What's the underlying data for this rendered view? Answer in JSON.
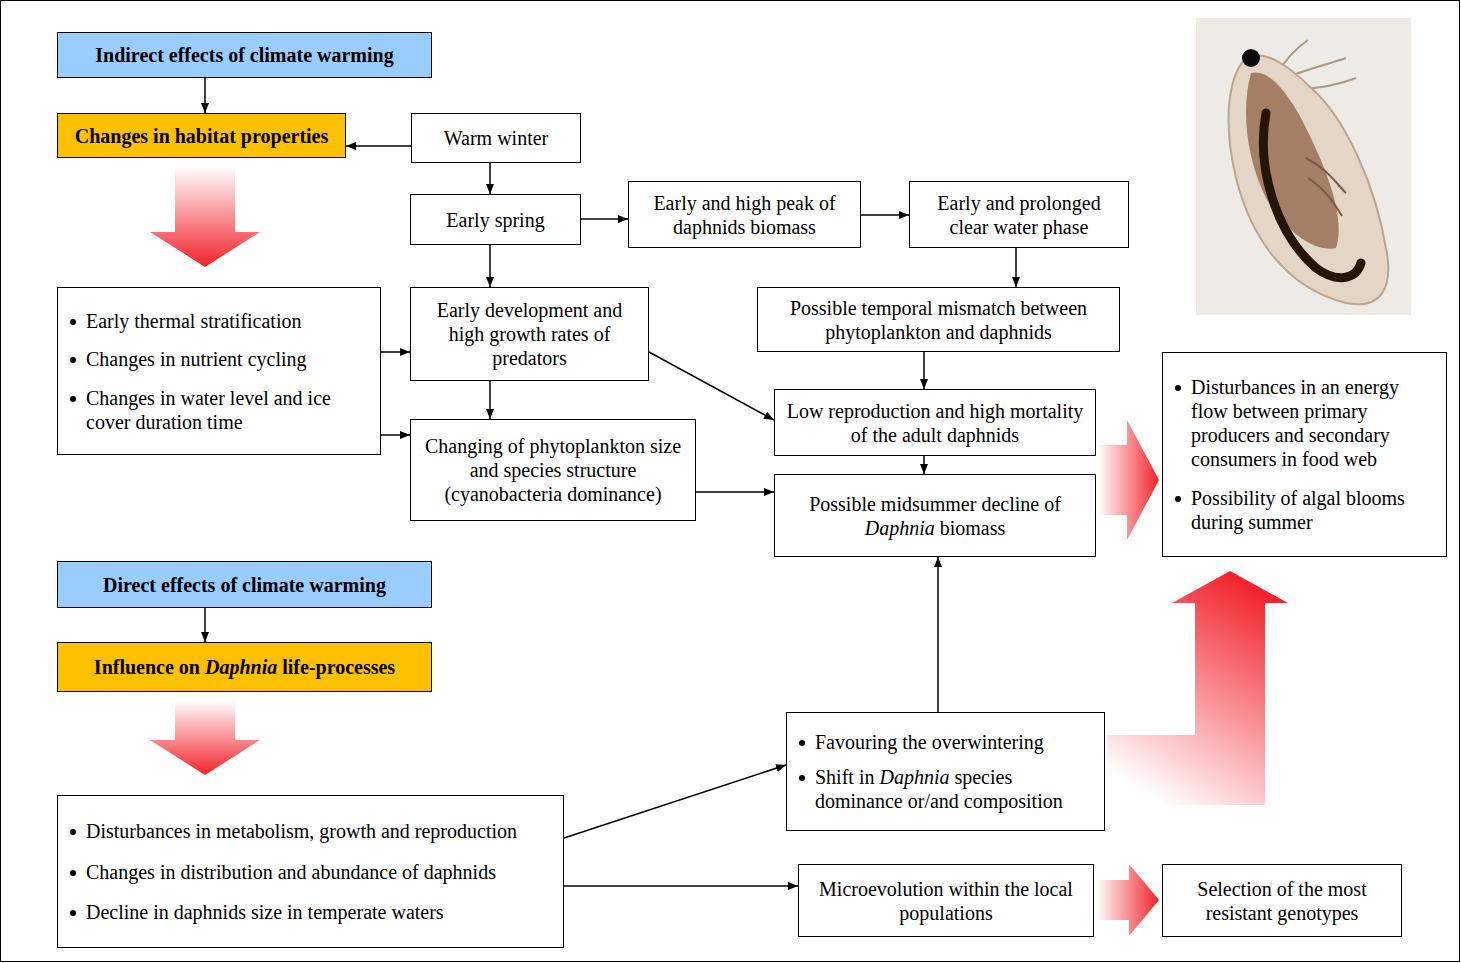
{
  "diagram": {
    "nodes": [
      {
        "text": [
          "Indirect effects of climate warming"
        ]
      },
      {
        "text": [
          "Changes in habitat properties"
        ]
      },
      {
        "text": [
          "Warm winter"
        ]
      },
      {
        "text": [
          "Early spring"
        ]
      },
      {
        "text": [
          "Early and high peak of daphnids biomass"
        ]
      },
      {
        "text": [
          "Early and prolonged clear water phase"
        ]
      },
      {
        "text": [
          "Early thermal stratification",
          "Changes in nutrient cycling",
          "Changes in water level and ice cover duration time"
        ]
      },
      {
        "text": [
          "Early development and high growth rates of predators"
        ]
      },
      {
        "text": [
          "Possible temporal mismatch between phytoplankton and daphnids"
        ]
      },
      {
        "text": [
          "Low reproduction and high mortality of the adult daphnids"
        ]
      },
      {
        "text": [
          "Changing of phytoplankton size and species structure (cyanobacteria dominance)"
        ]
      },
      {
        "text": [
          "Possible midsummer decline of Daphnia biomass"
        ]
      },
      {
        "text": [
          "Disturbances in an energy flow between primary producers and secondary consumers in food web",
          "Possibility of algal blooms during summer"
        ]
      },
      {
        "text": [
          "Direct effects of climate warming"
        ]
      },
      {
        "text": [
          "Influence on Daphnia life-processes"
        ]
      },
      {
        "text": [
          "Disturbances in metabolism, growth and reproduction",
          "Changes in distribution and abundance of daphnids",
          "Decline in daphnids size in temperate waters"
        ]
      },
      {
        "text": [
          "Favouring the overwintering",
          "Shift in Daphnia species dominance or/and composition"
        ]
      },
      {
        "text": [
          "Microevolution within the local populations"
        ]
      },
      {
        "text": [
          "Selection of the most resistant genotypes"
        ]
      }
    ],
    "edges": [
      {
        "from": 0,
        "to": 1,
        "arrow": "to"
      },
      {
        "from": 2,
        "to": 1,
        "arrow": "to"
      },
      {
        "from": 2,
        "to": 3,
        "arrow": "to"
      },
      {
        "from": 3,
        "to": 4,
        "arrow": "to"
      },
      {
        "from": 4,
        "to": 5,
        "arrow": "to"
      },
      {
        "from": 3,
        "to": 7,
        "arrow": "to"
      },
      {
        "from": 5,
        "to": 8,
        "arrow": "to"
      },
      {
        "from": 6,
        "to": 7,
        "arrow": "to"
      },
      {
        "from": 6,
        "to": 10,
        "arrow": "to"
      },
      {
        "from": 7,
        "to": 10,
        "arrow": "to"
      },
      {
        "from": 7,
        "to": 9,
        "arrow": "to"
      },
      {
        "from": 8,
        "to": 9,
        "arrow": "to"
      },
      {
        "from": 9,
        "to": 11,
        "arrow": "to"
      },
      {
        "from": 10,
        "to": 11,
        "arrow": "to"
      },
      {
        "from": 13,
        "to": 14,
        "arrow": "to"
      },
      {
        "from": 15,
        "to": 16,
        "arrow": "to"
      },
      {
        "from": 15,
        "to": 17,
        "arrow": "to"
      },
      {
        "from": 16,
        "to": 11,
        "arrow": "to"
      },
      {
        "from": 1,
        "to": 6,
        "arrow": "to"
      },
      {
        "from": 14,
        "to": 15,
        "arrow": "to"
      },
      {
        "from": 11,
        "to": 12,
        "arrow": "to"
      },
      {
        "from": 16,
        "to": 12,
        "arrow": "to"
      },
      {
        "from": 17,
        "to": 18,
        "arrow": "to"
      }
    ]
  }
}
